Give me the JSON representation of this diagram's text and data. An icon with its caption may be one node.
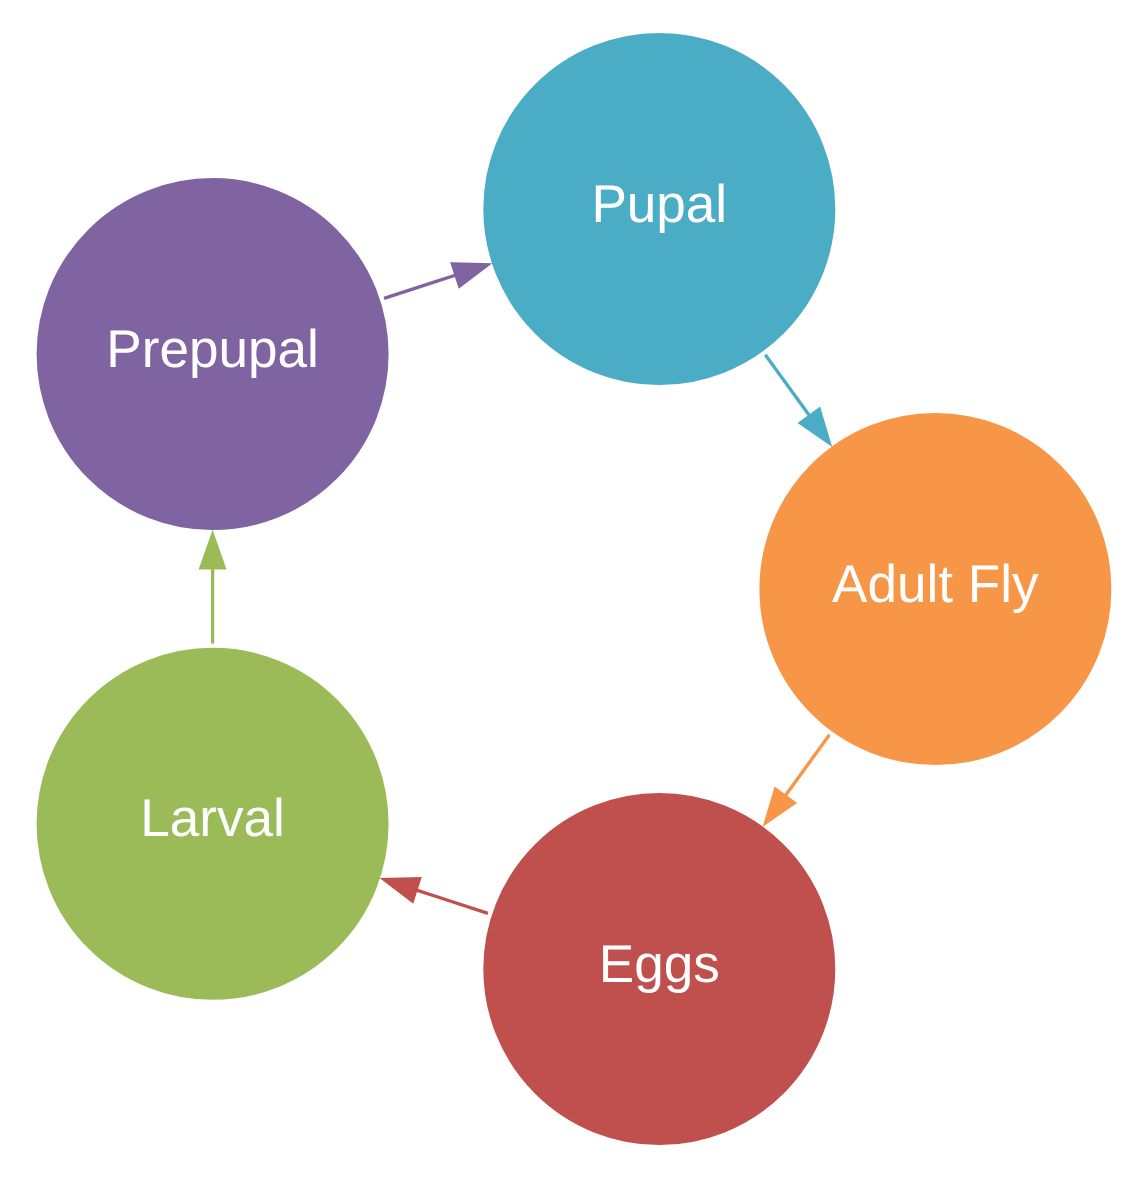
{
  "diagram": {
    "nodes": [
      {
        "text": [
          "Eggs"
        ]
      },
      {
        "text": [
          "Larval"
        ]
      },
      {
        "text": [
          "Prepupal"
        ]
      },
      {
        "text": [
          "Pupal"
        ]
      },
      {
        "text": [
          "Adult Fly"
        ]
      }
    ],
    "edges": [
      {
        "from": 0,
        "to": 1,
        "arrow": "to",
        "color": "#c0504d"
      },
      {
        "from": 1,
        "to": 2,
        "arrow": "to",
        "color": "#9bbb59"
      },
      {
        "from": 2,
        "to": 3,
        "arrow": "to",
        "color": "#8064a2"
      },
      {
        "from": 3,
        "to": 4,
        "arrow": "to",
        "color": "#4bacc6"
      },
      {
        "from": 4,
        "to": 0,
        "arrow": "to",
        "color": "#f79646"
      }
    ]
  }
}
